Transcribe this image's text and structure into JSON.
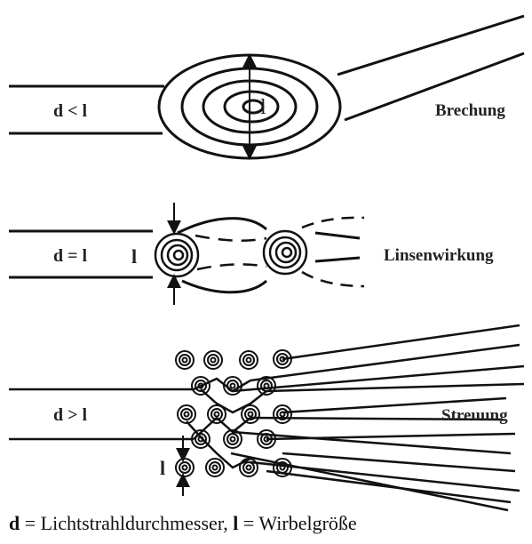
{
  "panels": {
    "brechung": {
      "condition": "d < l",
      "vortex_label": "l",
      "name": "Brechung"
    },
    "linsenwirkung": {
      "condition": "d = l",
      "vortex_label": "l",
      "name": "Linsenwirkung"
    },
    "streuung": {
      "condition": "d > l",
      "vortex_label": "l",
      "name": "Streuung"
    }
  },
  "caption": {
    "d_symbol": "d",
    "d_text": " = Lichtstrahldurchmesser, ",
    "l_symbol": "l",
    "l_text": " = Wirbelgröße"
  }
}
